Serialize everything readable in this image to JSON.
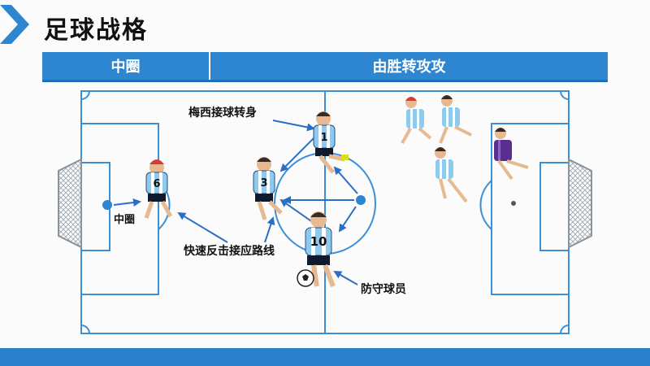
{
  "title": "足球战格",
  "header": {
    "left": "中圈",
    "right": "由胜转攻攻"
  },
  "labels": {
    "center_circle": "中圈",
    "messi_turn": "梅西接球转身",
    "counter_route": "快速反击接应路线",
    "defender": "防守球员"
  },
  "players": {
    "p6": "6",
    "p3": "3",
    "p10": "10",
    "p_messi": "1"
  },
  "colors": {
    "accent_blue": "#2f86d0",
    "pitch_line": "#3b8fd6",
    "arrow_blue": "#2a6fc4",
    "jersey_sky": "#8ec9ee",
    "away_purple": "#5a2d91"
  }
}
